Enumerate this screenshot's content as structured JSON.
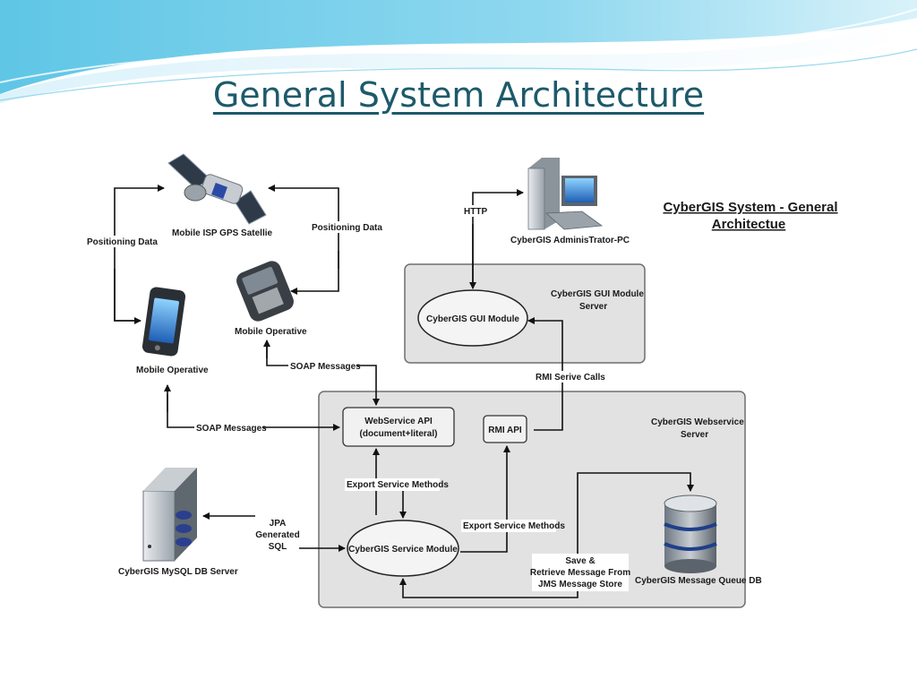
{
  "slide": {
    "title": "General System Architecture"
  },
  "diagram": {
    "heading_line1": "CyberGIS System - General",
    "heading_line2": "Architectue",
    "nodes": {
      "satellite": "Mobile ISP GPS Satellie",
      "mobile_left": "Mobile Operative",
      "mobile_right": "Mobile Operative",
      "admin_pc": "CyberGIS AdminisTrator-PC",
      "gui_server_line1": "CyberGIS GUI Module",
      "gui_server_line2": "Server",
      "gui_module": "CyberGIS GUI Module",
      "ws_server_line1": "CyberGIS Webservice",
      "ws_server_line2": "Server",
      "ws_api_line1": "WebService API",
      "ws_api_line2": "(document+literal)",
      "rmi_api": "RMI API",
      "service_module": "CyberGIS Service Module",
      "mysql_db": "CyberGIS MySQL DB Server",
      "mq_db": "CyberGIS Message Queue DB"
    },
    "edges": {
      "positioning_left": "Positioning Data",
      "positioning_right": "Positioning Data",
      "http": "HTTP",
      "soap_top": "SOAP Messages",
      "soap_left": "SOAP Messages",
      "rmi_calls": "RMI Serive Calls",
      "export_left": "Export Service Methods",
      "export_right": "Export Service Methods",
      "jpa_line1": "JPA",
      "jpa_line2": "Generated",
      "jpa_line3": "SQL",
      "save_line1": "Save &",
      "save_line2": "Retrieve Message From",
      "save_line3": "JMS Message Store"
    }
  },
  "colors": {
    "title": "#1d5a6a",
    "wave_dark": "#3eb4d8",
    "wave_light": "#bfe6f4",
    "panel": "#e2e2e2"
  }
}
